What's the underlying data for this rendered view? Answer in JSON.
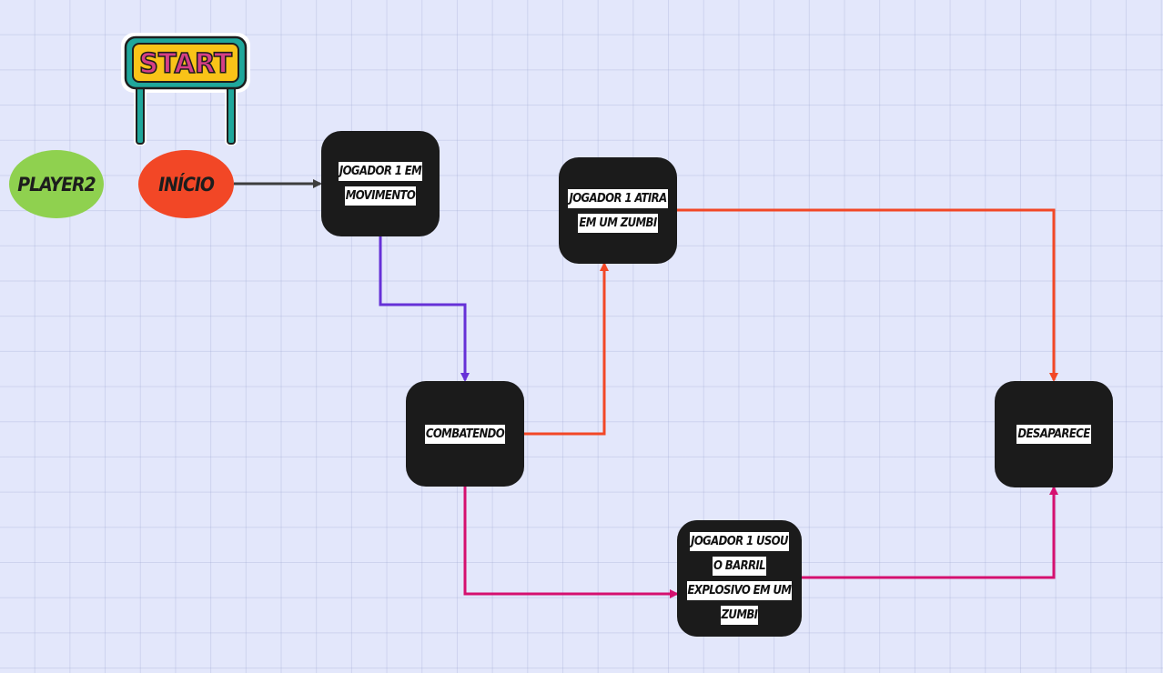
{
  "canvas": {
    "background": "#e3e7fb",
    "grid": true
  },
  "sticker": {
    "text": "START",
    "colors": {
      "sign_fill": "#f9c318",
      "sign_border": "#1fa79b",
      "text": "#d63f86",
      "posts": "#1fa79b"
    }
  },
  "pills": {
    "player2": {
      "label": "PLAYER2",
      "color": "#8fd14f"
    },
    "inicio": {
      "label": "INÍCIO",
      "color": "#f24726"
    }
  },
  "nodes": {
    "moving": {
      "lines": [
        "JOGADOR 1 EM",
        "MOVIMENTO"
      ]
    },
    "shoots": {
      "lines": [
        "JOGADOR 1 ATIRA",
        "EM UM ZUMBI"
      ]
    },
    "fighting": {
      "lines": [
        "COMBATENDO"
      ]
    },
    "barrel": {
      "lines": [
        "JOGADOR 1 USOU",
        "O BARRIL",
        "EXPLOSIVO EM UM",
        "ZUMBI"
      ]
    },
    "disappears": {
      "lines": [
        "DESAPARECE"
      ]
    }
  },
  "connector_colors": {
    "start_to_moving": "#3d3d3d",
    "moving_to_fighting": "#6631d7",
    "fighting_to_shoots": "#f24726",
    "shoots_to_disappears": "#f24726",
    "fighting_to_barrel": "#d5106f",
    "barrel_to_disappears": "#d5106f"
  }
}
